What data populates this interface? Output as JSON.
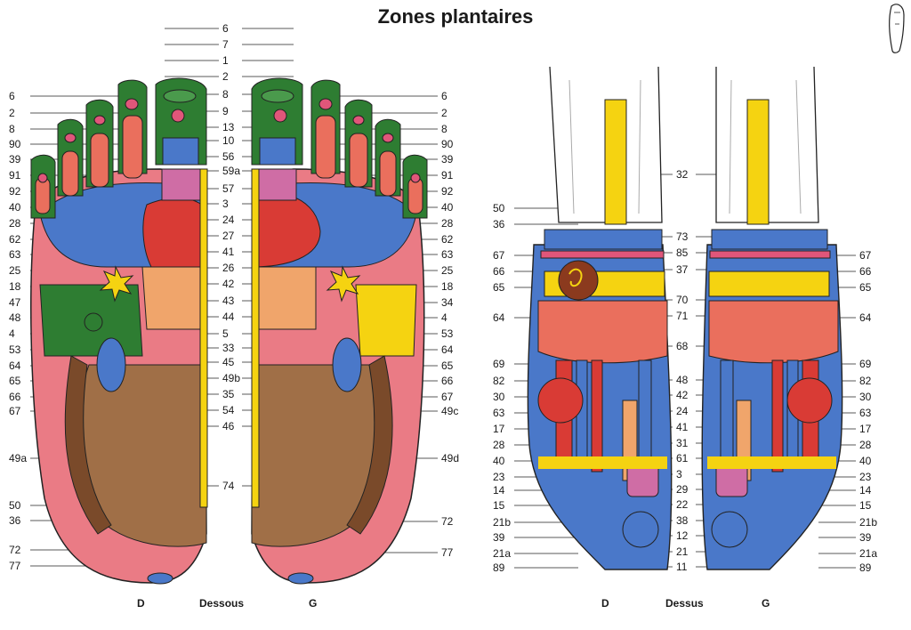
{
  "title": "Zones plantaires",
  "captions": {
    "dessous_left": "D",
    "dessous": "Dessous",
    "dessous_right": "G",
    "dessus_left": "D",
    "dessus": "Dessus",
    "dessus_right": "G"
  },
  "labels": {
    "plantar_center": [
      "6",
      "7",
      "1",
      "2",
      "8",
      "9",
      "13",
      "10",
      "56",
      "59a",
      "57",
      "3",
      "24",
      "27",
      "41",
      "26",
      "42",
      "43",
      "44",
      "5",
      "33",
      "45",
      "49b",
      "35",
      "54",
      "46",
      "74"
    ],
    "plantar_left": [
      "6",
      "2",
      "8",
      "90",
      "39",
      "91",
      "92",
      "40",
      "28",
      "62",
      "63",
      "25",
      "18",
      "47",
      "48",
      "4",
      "53",
      "64",
      "65",
      "66",
      "67",
      "49a",
      "50",
      "36",
      "72",
      "77"
    ],
    "plantar_right": [
      "6",
      "2",
      "8",
      "90",
      "39",
      "91",
      "92",
      "40",
      "28",
      "62",
      "63",
      "25",
      "18",
      "34",
      "4",
      "53",
      "64",
      "65",
      "66",
      "67",
      "49c",
      "49d",
      "72",
      "77"
    ],
    "dorsal_left": [
      "50",
      "36",
      "67",
      "66",
      "65",
      "64",
      "69",
      "82",
      "30",
      "63",
      "17",
      "28",
      "40",
      "23",
      "14",
      "15",
      "21b",
      "39",
      "21a",
      "89"
    ],
    "dorsal_center": [
      "32",
      "73",
      "85",
      "37",
      "70",
      "71",
      "68",
      "48",
      "42",
      "24",
      "41",
      "31",
      "61",
      "3",
      "29",
      "22",
      "38",
      "12",
      "21",
      "11"
    ],
    "dorsal_right": [
      "67",
      "66",
      "65",
      "64",
      "69",
      "82",
      "30",
      "63",
      "17",
      "28",
      "40",
      "23",
      "14",
      "15",
      "21b",
      "39",
      "21a",
      "89"
    ]
  },
  "colors": {
    "green": "#2e7d32",
    "pink": "#e0567a",
    "salmon": "#ea6f5d",
    "blue": "#4a78c9",
    "yellow": "#f5d311",
    "brown": "#7a4a2a",
    "light_brown": "#a06f47",
    "orange": "#f0a56b",
    "red": "#d93b35",
    "purple": "#cf6da5",
    "foot_pink": "#ea7b85"
  }
}
